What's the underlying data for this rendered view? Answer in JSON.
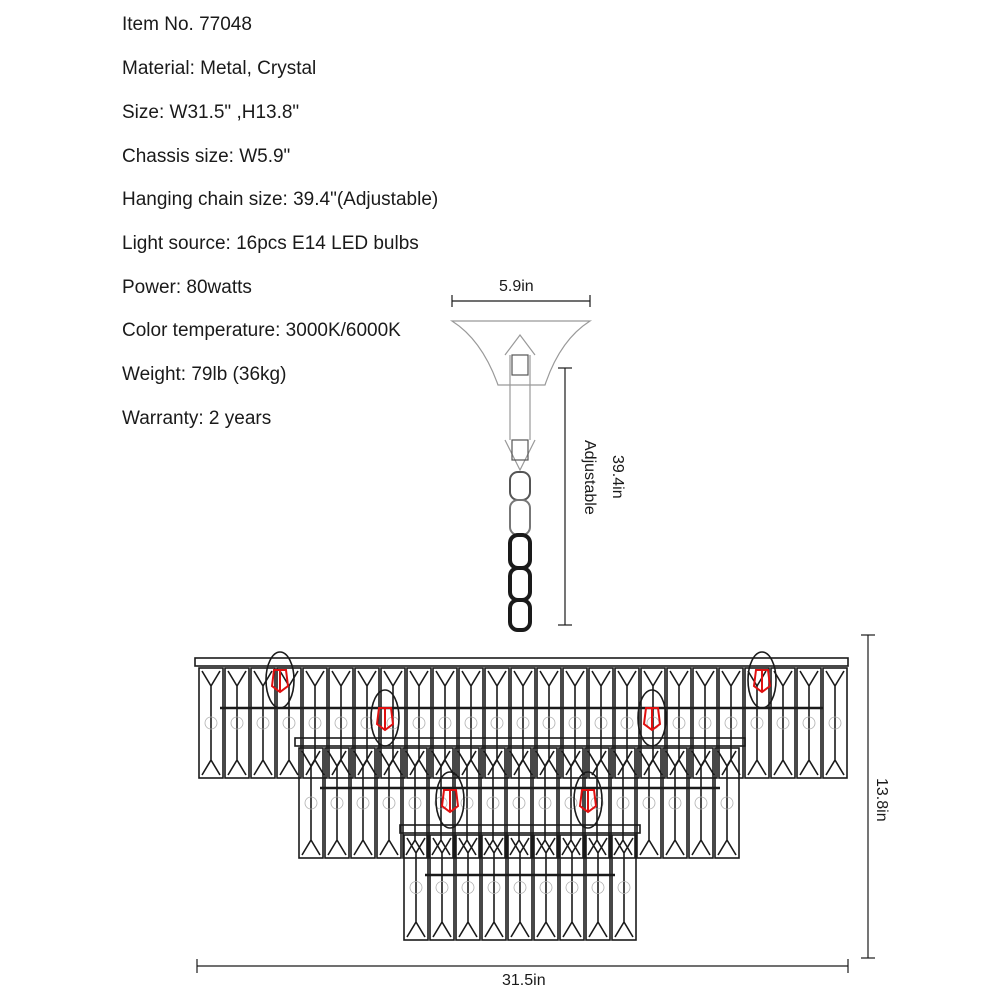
{
  "specs": [
    "Item No. 77048",
    "Material: Metal, Crystal",
    "Size: W31.5\" ,H13.8\"",
    "Chassis size: W5.9\"",
    "Hanging chain size: 39.4\"(Adjustable)",
    "Light source: 16pcs E14 LED bulbs",
    "Power: 80watts",
    "Color temperature: 3000K/6000K",
    "Weight: 79lb (36kg)",
    "Warranty: 2 years"
  ],
  "dimensions": {
    "chassis": "5.9in",
    "chain": "39.4in",
    "chain_note": "Adjustable",
    "height": "13.8in",
    "width": "31.5in"
  },
  "colors": {
    "line": "#1a1a1a",
    "bulb": "#e01010",
    "crystal_detail": "#b0b0b0"
  }
}
